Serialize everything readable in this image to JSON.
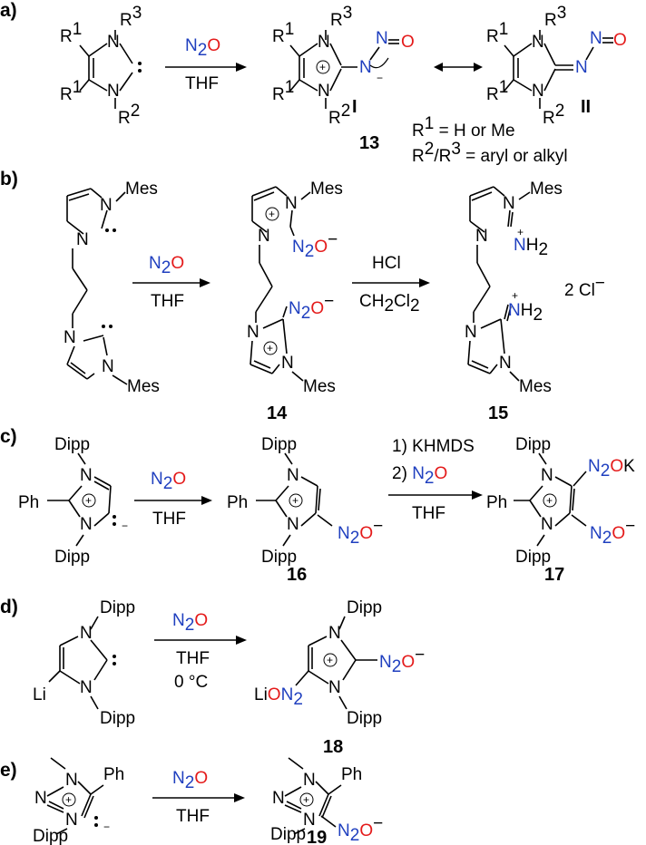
{
  "panels": {
    "a": {
      "label": "a)",
      "reagent_top": "N",
      "reagent_top_sub": "2",
      "reagent_top_O": "O",
      "reagent_bottom": "THF",
      "R1": "R",
      "one": "1",
      "R2": "R",
      "two": "2",
      "R3": "R",
      "three": "3",
      "resonance_I": "I",
      "resonance_II": "II",
      "compound": "13",
      "note1": "R = H or Me",
      "note2": "R /R = aryl or alkyl"
    },
    "b": {
      "label": "b)",
      "reagent1_bottom": "THF",
      "reagent2_top": "HCl",
      "reagent2_bottom": "CH Cl",
      "mes": "Mes",
      "compound1": "14",
      "compound2": "15",
      "counterion": "2 Cl"
    },
    "c": {
      "label": "c)",
      "reagent1_bottom": "THF",
      "step1": "1) KHMDS",
      "step2": "2) ",
      "reagent2_bottom": "THF",
      "dipp": "Dipp",
      "ph": "Ph",
      "compound1": "16",
      "compound2": "17",
      "K": "K"
    },
    "d": {
      "label": "d)",
      "reagent_line2": "THF",
      "reagent_line3": "0 °C",
      "dipp": "Dipp",
      "li": "Li",
      "lio": "Li",
      "compound": "18"
    },
    "e": {
      "label": "e)",
      "reagent_bottom": "THF",
      "ph": "Ph",
      "dipp": "Dipp",
      "compound": "19"
    }
  },
  "colors": {
    "nitrogen": "#1f3fbf",
    "oxygen": "#e41a1a"
  }
}
